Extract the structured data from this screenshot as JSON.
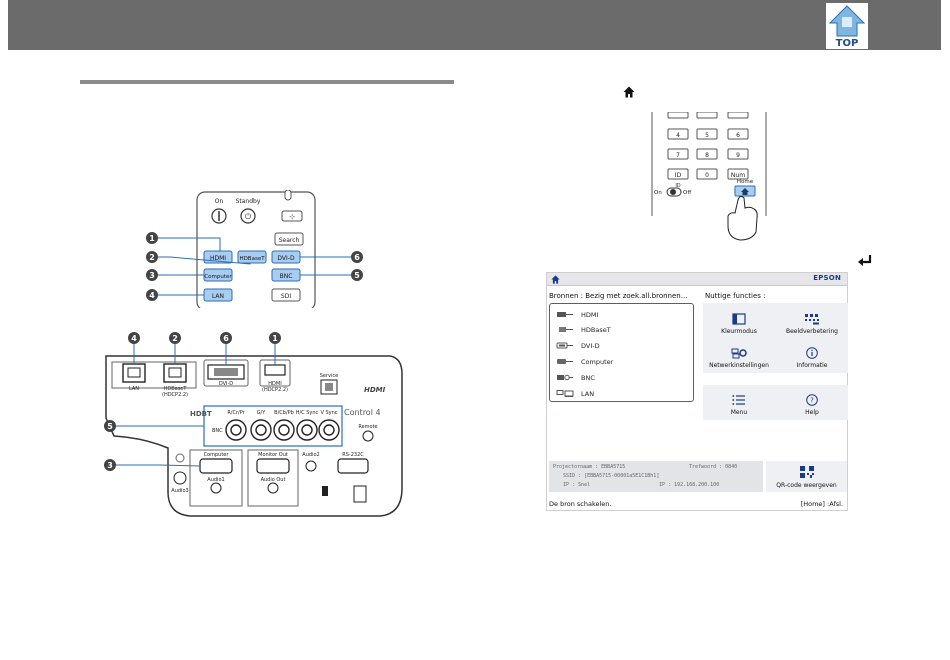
{
  "header": {
    "top_label": "TOP"
  },
  "remote_keypad": {
    "keys": [
      "4",
      "5",
      "6",
      "7",
      "8",
      "9",
      "ID",
      "0",
      "Num"
    ],
    "id_label": "ID",
    "on": "On",
    "off": "Off",
    "home": "Home"
  },
  "remote_source": {
    "on": "On",
    "standby": "Standby",
    "buttons": [
      "HDMI",
      "HDBaseT",
      "DVI-D",
      "Computer",
      "BNC",
      "LAN",
      "Search",
      "SDI"
    ],
    "callouts": [
      "1",
      "2",
      "3",
      "4",
      "5",
      "6"
    ]
  },
  "panel": {
    "port_labels": [
      "LAN",
      "HDBaseT",
      "(HDCP2.2)",
      "DVI-D",
      "HDMI",
      "(HDCP2.2)",
      "Service"
    ],
    "bnc_labels": [
      "R/Cr/Pr",
      "G/Y",
      "B/Cb/Pb",
      "H/C Sync",
      "V Sync"
    ],
    "bnc": "BNC",
    "bottom_labels": [
      "Computer",
      "Monitor Out",
      "Audio2",
      "RS-232C",
      "Audio1",
      "Audio Out",
      "Audio3",
      "Remote"
    ],
    "brand_hdbt": "HDBT",
    "brand_control": "Control 4",
    "brand_hdmi": "HDMI",
    "callouts": [
      "4",
      "2",
      "6",
      "1",
      "5",
      "3"
    ]
  },
  "screen": {
    "brand": "EPSON",
    "sources_heading": "Bronnen : Bezig met zoek.all.bronnen...",
    "functions_heading": "Nuttige functies :",
    "sources": [
      {
        "label": "HDMI",
        "icon": "hdmi-icon"
      },
      {
        "label": "HDBaseT",
        "icon": "hdbaset-icon"
      },
      {
        "label": "DVI-D",
        "icon": "dvi-icon"
      },
      {
        "label": "Computer",
        "icon": "computer-icon"
      },
      {
        "label": "BNC",
        "icon": "bnc-icon"
      },
      {
        "label": "LAN",
        "icon": "lan-icon"
      }
    ],
    "functions": [
      {
        "label": "Kleurmodus",
        "icon": "color-mode-icon"
      },
      {
        "label": "Beeldverbetering",
        "icon": "image-enhance-icon"
      },
      {
        "label": "Netwerkinstellingen",
        "icon": "network-settings-icon"
      },
      {
        "label": "Informatie",
        "icon": "info-icon"
      },
      {
        "label": "Menu",
        "icon": "menu-icon"
      },
      {
        "label": "Help",
        "icon": "help-icon"
      }
    ],
    "info": {
      "name_label": "Projectornaam : EBBA5715",
      "keyword_label": "Trefwoord : 0840",
      "ssid_label": "SSID : [EBBA5715-00001a5E1C1Bh1]",
      "ip_wireless": "IP : Snel",
      "ip_wired": "IP : 192.168.200.100"
    },
    "qr_label": "QR-code weergeven",
    "footer_left": "De bron schakelen.",
    "footer_right": "[Home] :Afsl."
  },
  "colors": {
    "header_bg": "#6b6b6b",
    "button_blue": "#a9cdf0",
    "button_border": "#2a6fb3",
    "source_box_border": "#3a62a8",
    "brand_blue": "#1a3a8a"
  }
}
